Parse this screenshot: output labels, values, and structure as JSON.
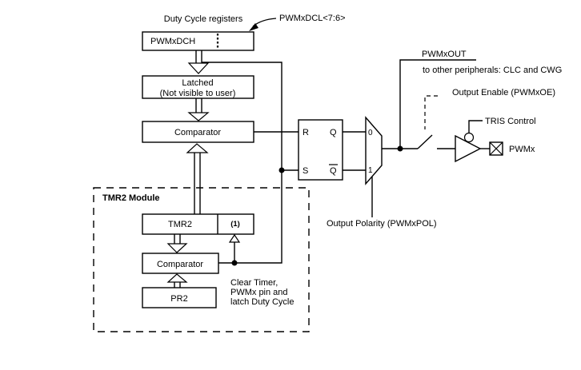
{
  "labels": {
    "duty_cycle_registers": "Duty Cycle registers",
    "pwmxdcl": "PWMxDCL<7:6>",
    "pwmxdch": "PWMxDCH",
    "latched_title": "Latched",
    "latched_subtitle": "(Not visible to user)",
    "duty_comparator": "Comparator",
    "ff_r": "R",
    "ff_s": "S",
    "ff_q": "Q",
    "ff_q_bar": "Q",
    "mux_in0": "0",
    "mux_in1": "1",
    "pwmx_out": "PWMxOUT",
    "to_peripherals": "to other peripherals: CLC and CWG",
    "output_enable": "Output Enable (PWMxOE)",
    "tris_control": "TRIS Control",
    "pwmx_pin": "PWMx",
    "output_polarity": "Output Polarity (PWMxPOL)",
    "tmr2_module": "TMR2 Module",
    "tmr2": "TMR2",
    "tmr2_note": "(1)",
    "tmr2_comparator": "Comparator",
    "pr2": "PR2",
    "clear_note_line1": "Clear Timer,",
    "clear_note_line2": "PWMx pin and",
    "clear_note_line3": "latch Duty Cycle"
  },
  "colors": {
    "line": "#000000",
    "background": "#ffffff",
    "text": "#000000"
  }
}
